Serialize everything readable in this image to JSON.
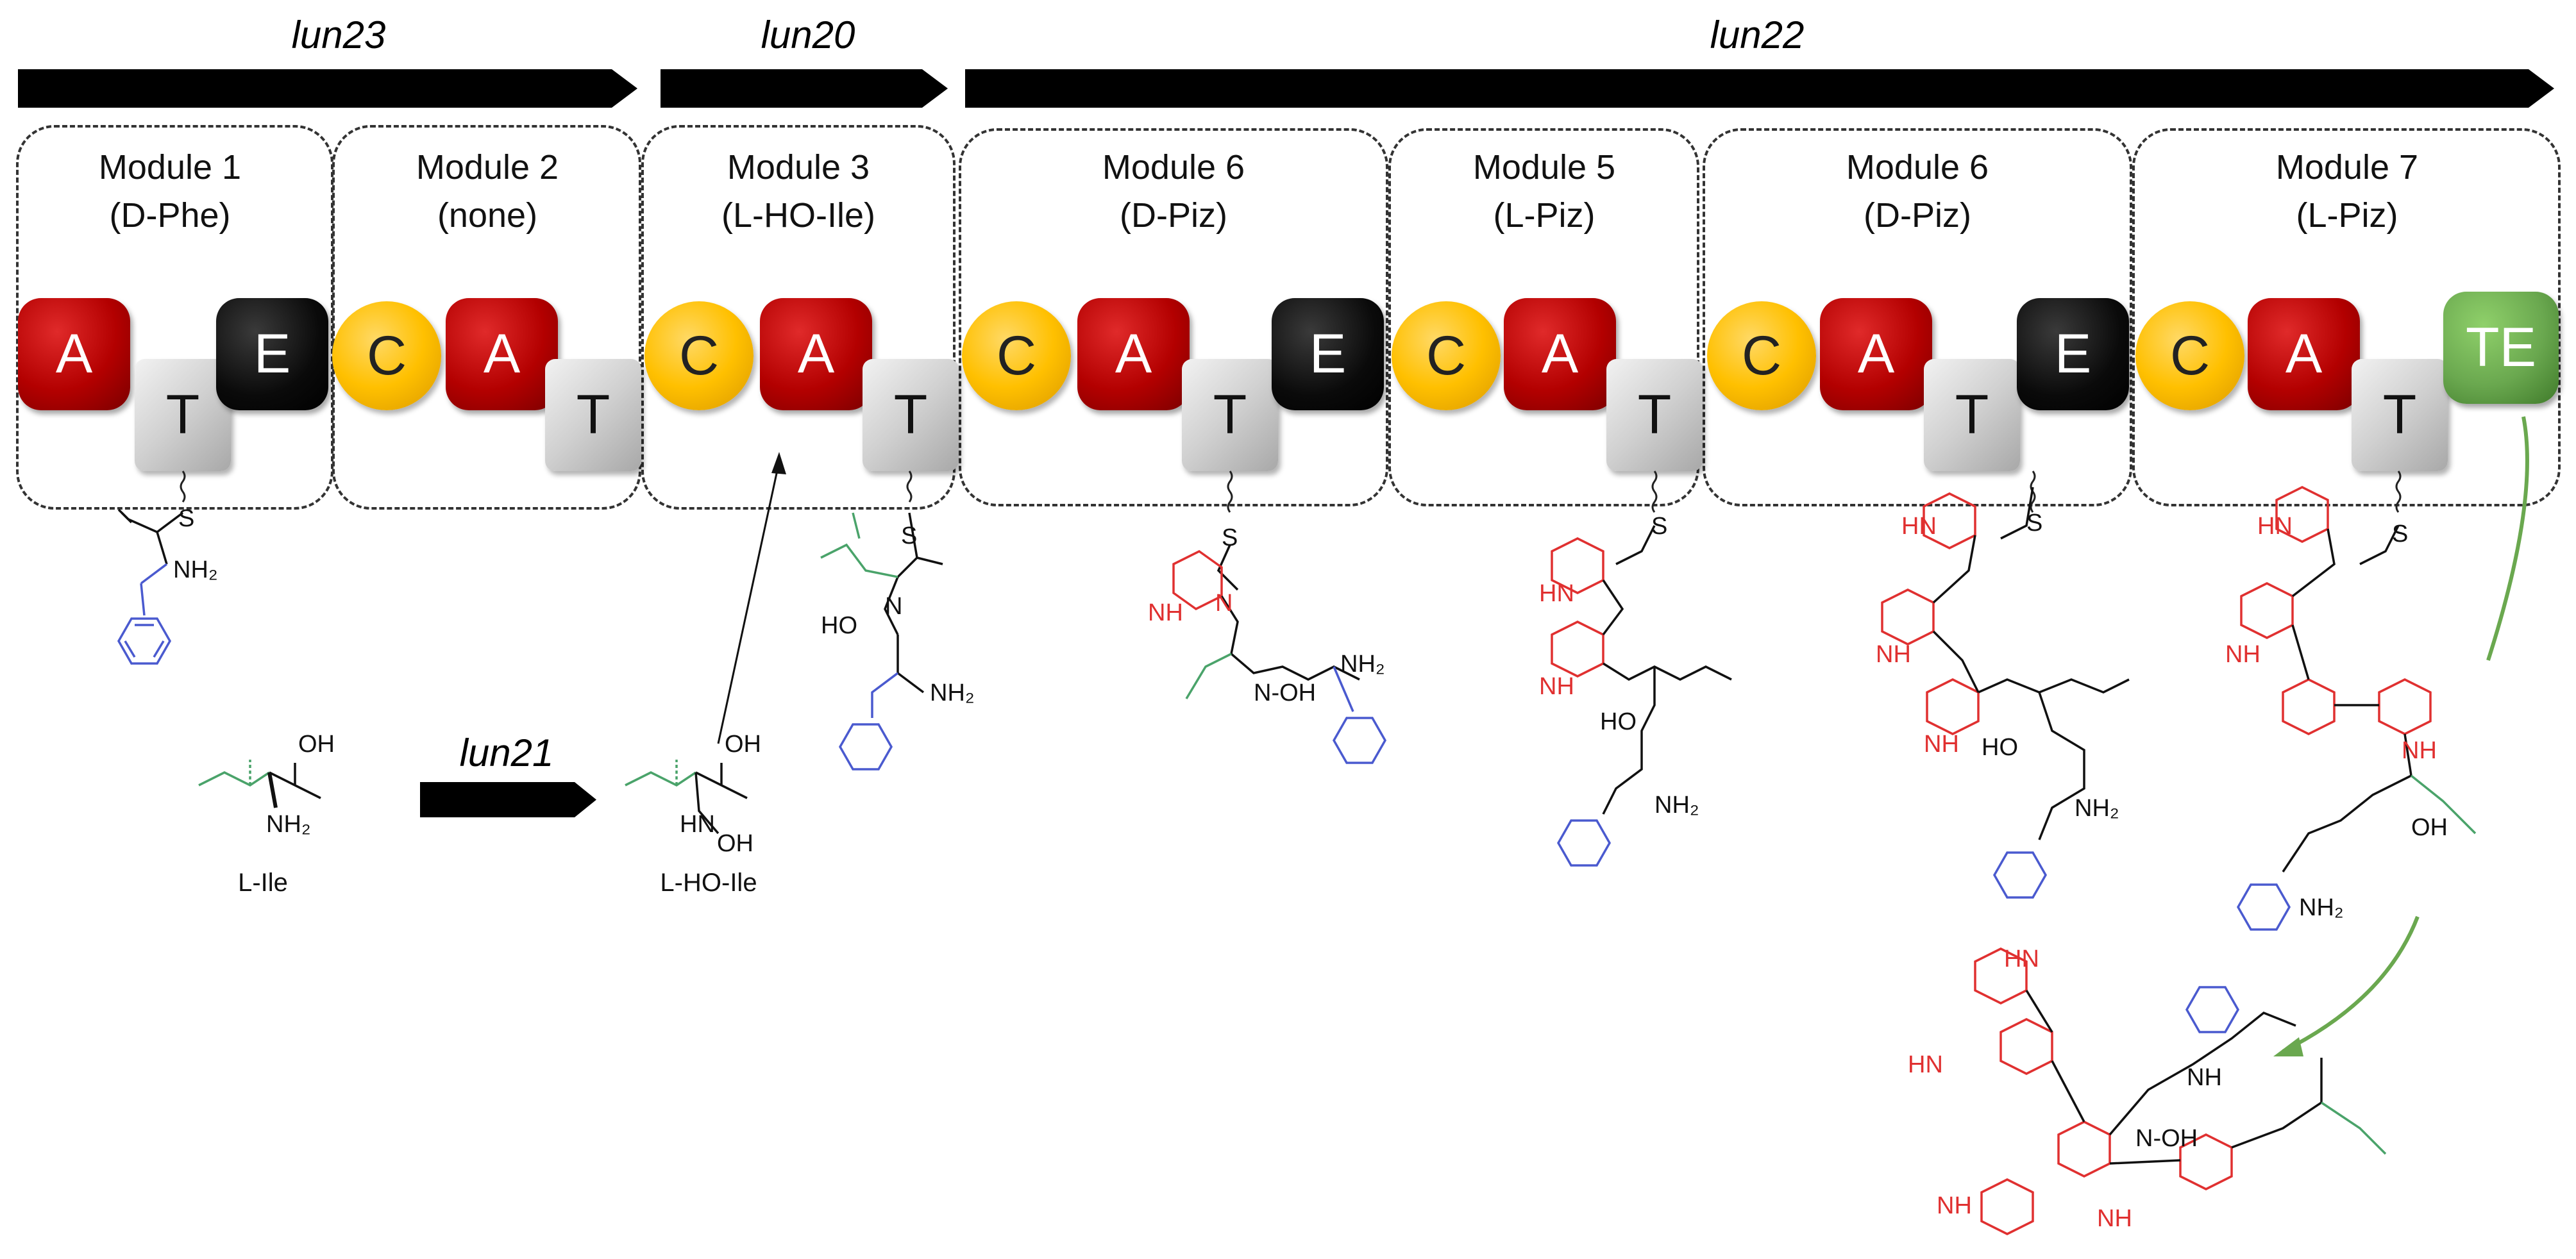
{
  "genes": [
    {
      "name": "lun23"
    },
    {
      "name": "lun20"
    },
    {
      "name": "lun22"
    }
  ],
  "lun21": "lun21",
  "modules": [
    {
      "title": "Module 1",
      "substrate": "(D-Phe)"
    },
    {
      "title": "Module 2",
      "substrate": "(none)"
    },
    {
      "title": "Module 3",
      "substrate": "(L-HO-Ile)"
    },
    {
      "title": "Module 6",
      "substrate": "(D-Piz)"
    },
    {
      "title": "Module 5",
      "substrate": "(L-Piz)"
    },
    {
      "title": "Module 6",
      "substrate": "(D-Piz)"
    },
    {
      "title": "Module 7",
      "substrate": "(L-Piz)"
    }
  ],
  "domains": {
    "A": "A",
    "T": "T",
    "E": "E",
    "C": "C",
    "TE": "TE"
  },
  "labels": {
    "l_ile": "L-Ile",
    "l_ho_ile": "L-HO-Ile",
    "nh2": "NH₂",
    "oh": "OH",
    "hn_oh": "HN",
    "noh": "N",
    "oh2": "OH",
    "s": "S",
    "nh": "NH",
    "hn": "HN",
    "n": "N",
    "ho": "HO",
    "n_oh": "N-OH"
  },
  "colors": {
    "phe": "#4a5acf",
    "piz": "#e03030",
    "ile": "#4aa36a",
    "te_arrow": "#6aa84f"
  }
}
